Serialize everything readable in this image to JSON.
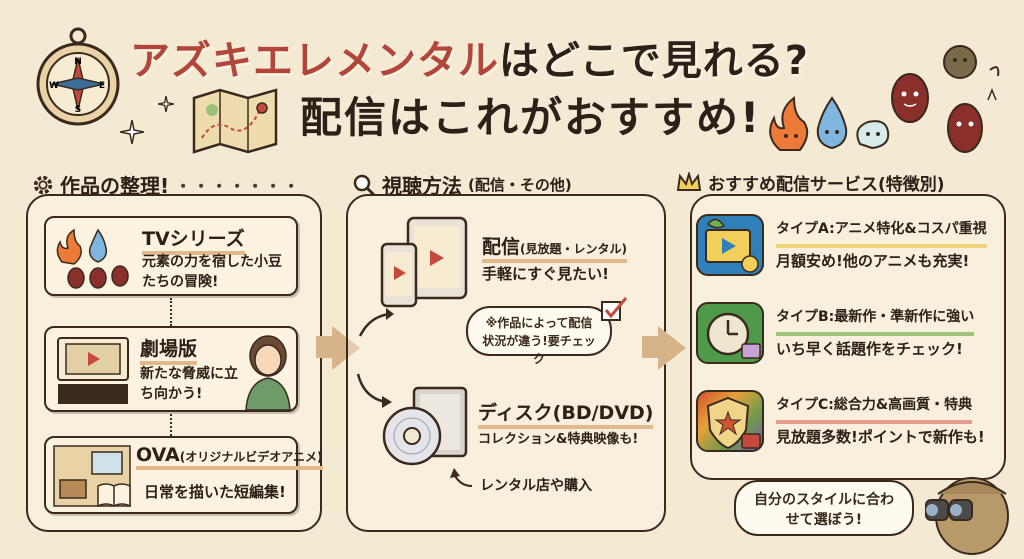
{
  "title": {
    "line1_highlight": "アズキエレメンタル",
    "line1_rest": "はどこで見れる?",
    "line2": "配信はこれがおすすめ!"
  },
  "section_works": {
    "header": "作品の整理!",
    "dots": "・・・・・・・",
    "items": [
      {
        "title": "TVシリーズ",
        "sub": "",
        "text": "元素の力を宿した小豆たちの冒険!"
      },
      {
        "title": "劇場版",
        "sub": "",
        "text": "新たな脅威に立ち向かう!"
      },
      {
        "title": "OVA",
        "sub": "(オリジナルビデオアニメ)",
        "text": "日常を描いた短編集!"
      }
    ]
  },
  "section_watch": {
    "header": "視聴方法",
    "header_sub": "(配信・その他)",
    "streaming_title": "配信",
    "streaming_sub": "(見放題・レンタル)",
    "streaming_text": "手軽にすぐ見たい!",
    "note": "※作品によって配信状況が違う!要チェック",
    "disc_title": "ディスク(BD/DVD)",
    "disc_text": "コレクション&特典映像も!",
    "rental_text": "レンタル店や購入"
  },
  "section_services": {
    "header": "おすすめ配信サービス(特徴別)",
    "items": [
      {
        "type": "タイプA:アニメ特化&コスパ重視",
        "text": "月額安め!他のアニメも充実!",
        "color": "#2f7fb8"
      },
      {
        "type": "タイプB:最新作・準新作に強い",
        "text": "いち早く話題作をチェック!",
        "color": "#4f9a4a"
      },
      {
        "type": "タイプC:総合力&高画質・特典",
        "text": "見放題多数!ポイントで新作も!",
        "color": "#d0542f"
      }
    ]
  },
  "footer_bubble": "自分のスタイルに合わせて選ぼう!",
  "colors": {
    "accent": "#b2463a",
    "background": "#f4ead3",
    "ink": "#3a2a1e"
  }
}
